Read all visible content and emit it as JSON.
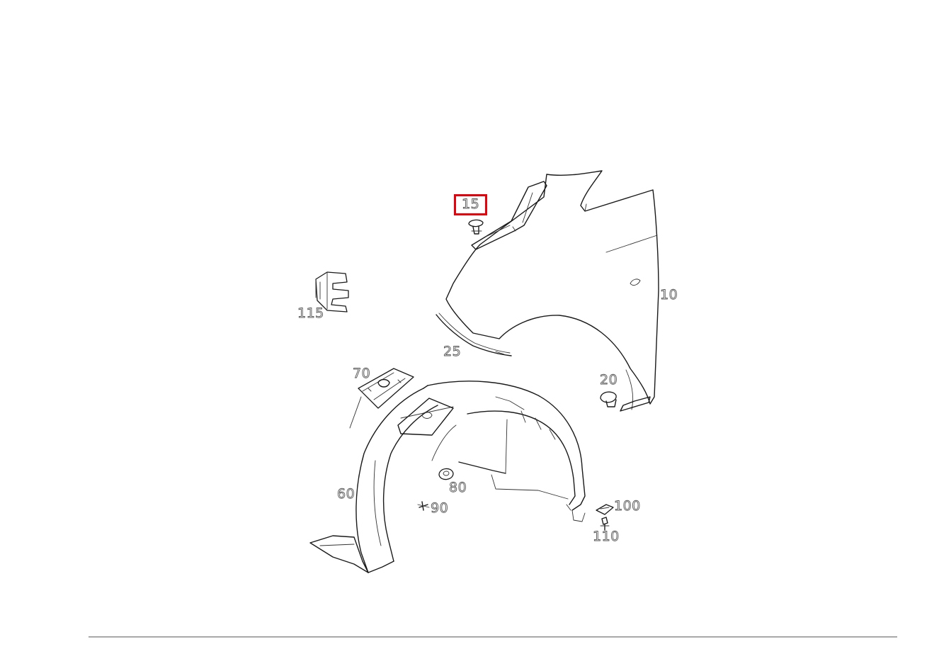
{
  "diagram": {
    "highlight_color": "#e8000b",
    "callouts": [
      {
        "id": "15",
        "label": "15",
        "highlighted": true
      },
      {
        "id": "10",
        "label": "10",
        "highlighted": false
      },
      {
        "id": "115",
        "label": "115",
        "highlighted": false
      },
      {
        "id": "25",
        "label": "25",
        "highlighted": false
      },
      {
        "id": "70",
        "label": "70",
        "highlighted": false
      },
      {
        "id": "20",
        "label": "20",
        "highlighted": false
      },
      {
        "id": "60",
        "label": "60",
        "highlighted": false
      },
      {
        "id": "80",
        "label": "80",
        "highlighted": false
      },
      {
        "id": "90",
        "label": "90",
        "highlighted": false
      },
      {
        "id": "100",
        "label": "100",
        "highlighted": false
      },
      {
        "id": "110",
        "label": "110",
        "highlighted": false
      }
    ]
  }
}
